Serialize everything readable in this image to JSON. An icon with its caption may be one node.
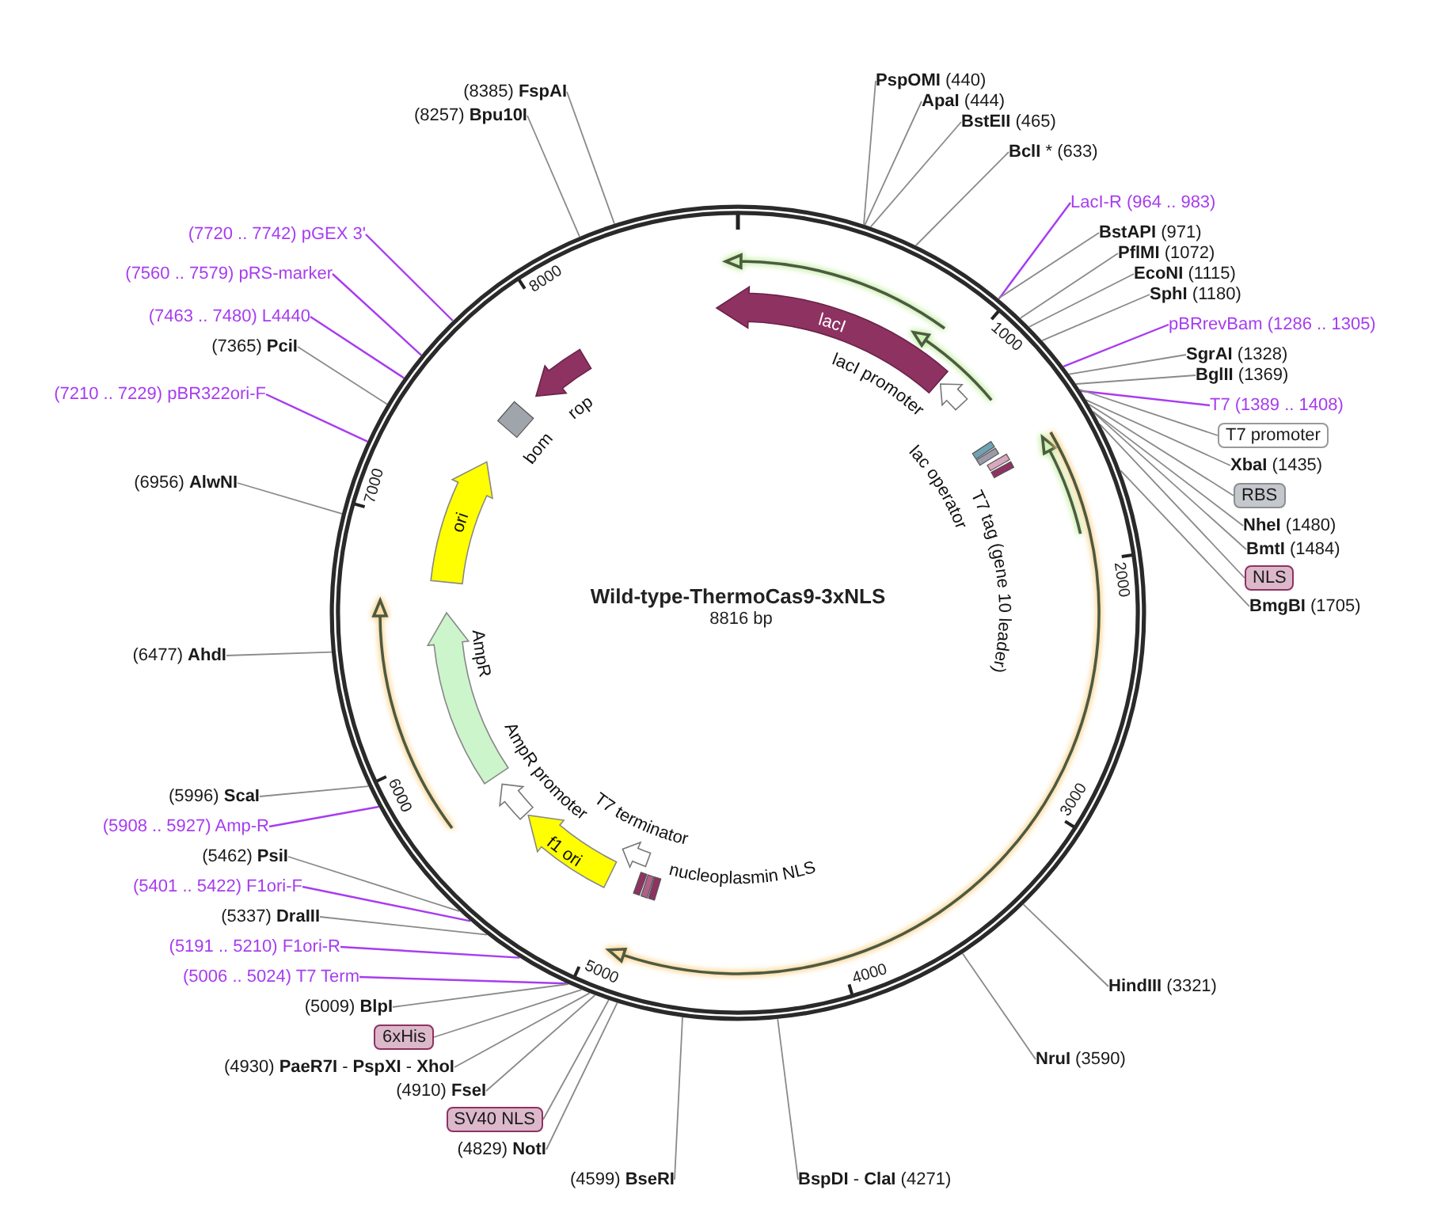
{
  "diagram": {
    "title": "Wild-type-ThermoCas9-3xNLS",
    "nodes": [
      {
        "text": [],
        "shape": "circle"
      },
      {
        "text": [
          "(8385) **FspAI**"
        ]
      },
      {
        "text": [
          "(8257) **Bpu10I**"
        ]
      },
      {
        "text": [
          "**PspOMI** (440)"
        ]
      },
      {
        "text": [
          "**ApaI** (444)"
        ]
      },
      {
        "text": [
          "**BstEII** (465)"
        ]
      },
      {
        "text": [
          "**BclI** * (633)"
        ]
      },
      {
        "text": [
          "LacI-R (964 .. 983)"
        ]
      },
      {
        "text": [
          "**BstAPI** (971)"
        ]
      },
      {
        "text": [
          "**PflMI** (1072)"
        ]
      },
      {
        "text": [
          "**EcoNI** (1115)"
        ]
      },
      {
        "text": [
          "**SphI** (1180)"
        ]
      },
      {
        "text": [
          "pBRrevBam (1286 .. 1305)"
        ]
      },
      {
        "text": [
          "**SgrAI** (1328)"
        ]
      },
      {
        "text": [
          "**BglII** (1369)"
        ]
      },
      {
        "text": [
          "T7 (1389 .. 1408)"
        ]
      },
      {
        "text": [
          "T7 promoter"
        ]
      },
      {
        "text": [
          "**XbaI** (1435)"
        ]
      },
      {
        "text": [
          "RBS"
        ]
      },
      {
        "text": [
          "**NheI** (1480)"
        ]
      },
      {
        "text": [
          "**BmtI** (1484)"
        ]
      },
      {
        "text": [
          "NLS"
        ]
      },
      {
        "text": [
          "**BmgBI** (1705)"
        ]
      },
      {
        "text": [
          "(7720 .. 7742) pGEX 3'"
        ]
      },
      {
        "text": [
          "(7560 .. 7579) pRS-marker"
        ]
      },
      {
        "text": [
          "(7463 .. 7480) L4440"
        ]
      },
      {
        "text": [
          "(7365) **PciI**"
        ]
      },
      {
        "text": [
          "(7210 .. 7229) pBR322ori-F"
        ]
      },
      {
        "text": [
          "(6956) **AlwNI**"
        ]
      },
      {
        "text": [
          "(6477) **AhdI**"
        ]
      },
      {
        "text": [
          "(5996) **ScaI**"
        ]
      },
      {
        "text": [
          "(5908 .. 5927) Amp-R"
        ]
      },
      {
        "text": [
          "(5462) **PsiI**"
        ]
      },
      {
        "text": [
          "(5401 .. 5422) F1ori-F"
        ]
      },
      {
        "text": [
          "(5337) **DraIII**"
        ]
      },
      {
        "text": [
          "(5191 .. 5210) F1ori-R"
        ]
      },
      {
        "text": [
          "(5006 .. 5024) T7 Term"
        ]
      },
      {
        "text": [
          "(5009) **BlpI**"
        ]
      },
      {
        "text": [
          "6xHis"
        ]
      },
      {
        "text": [
          "(4930) **PaeR7I** - **PspXI** - **XhoI**"
        ]
      },
      {
        "text": [
          "(4910) **FseI**"
        ]
      },
      {
        "text": [
          "SV40 NLS"
        ]
      },
      {
        "text": [
          "(4829) **NotI**"
        ]
      },
      {
        "text": [
          "(4599) **BseRI**"
        ]
      },
      {
        "text": [
          "**HindIII** (3321)"
        ]
      },
      {
        "text": [
          "**NruI** (3590)"
        ]
      },
      {
        "text": [
          "**BspDI** - **ClaI** (4271)"
        ]
      },
      {
        "text": [
          "lacI"
        ],
        "in": 0
      },
      {
        "text": [],
        "shape": "arrow",
        "in": 0
      },
      {
        "text": [],
        "shape": "box",
        "beside": [
          "lac operator"
        ],
        "in": 0
      },
      {
        "text": [],
        "shape": "box",
        "beside": [
          "T7 tag (gene 10 leader)"
        ],
        "in": 0
      },
      {
        "text": [],
        "shape": "arrow",
        "beside": [
          "rop"
        ],
        "in": 0
      },
      {
        "text": [],
        "shape": "box",
        "beside": [
          "bom"
        ],
        "in": 0
      },
      {
        "text": [
          "ori"
        ],
        "in": 0
      },
      {
        "text": [],
        "shape": "arrow",
        "beside": [
          "AmpR"
        ],
        "in": 0
      },
      {
        "text": [],
        "shape": "arrow",
        "beside": [
          "AmpR promoter"
        ],
        "in": 0
      },
      {
        "text": [
          "f1 ori"
        ],
        "in": 0
      },
      {
        "text": [],
        "shape": "arrow",
        "beside": [
          "T7 terminator"
        ],
        "in": 0
      },
      {
        "text": [],
        "shape": "box",
        "beside": [
          "nucleoplasmin NLS"
        ],
        "in": 0
      }
    ],
    "edges": [
      {
        "from": 1,
        "to": 0,
        "arrow": "none"
      },
      {
        "from": 2,
        "to": 0,
        "arrow": "none"
      },
      {
        "from": 3,
        "to": 0,
        "arrow": "none"
      },
      {
        "from": 4,
        "to": 0,
        "arrow": "none"
      },
      {
        "from": 5,
        "to": 0,
        "arrow": "none"
      },
      {
        "from": 6,
        "to": 0,
        "arrow": "none"
      },
      {
        "from": 7,
        "to": 0,
        "arrow": "none",
        "color": "#a73cf0"
      },
      {
        "from": 8,
        "to": 0,
        "arrow": "none"
      },
      {
        "from": 9,
        "to": 0,
        "arrow": "none"
      },
      {
        "from": 10,
        "to": 0,
        "arrow": "none"
      },
      {
        "from": 11,
        "to": 0,
        "arrow": "none"
      },
      {
        "from": 12,
        "to": 0,
        "arrow": "none",
        "color": "#a73cf0"
      },
      {
        "from": 13,
        "to": 0,
        "arrow": "none"
      },
      {
        "from": 14,
        "to": 0,
        "arrow": "none"
      },
      {
        "from": 15,
        "to": 0,
        "arrow": "none",
        "color": "#a73cf0"
      },
      {
        "from": 16,
        "to": 0,
        "arrow": "none"
      },
      {
        "from": 17,
        "to": 0,
        "arrow": "none"
      },
      {
        "from": 18,
        "to": 0,
        "arrow": "none"
      },
      {
        "from": 19,
        "to": 0,
        "arrow": "none"
      },
      {
        "from": 20,
        "to": 0,
        "arrow": "none"
      },
      {
        "from": 21,
        "to": 0,
        "arrow": "none"
      },
      {
        "from": 22,
        "to": 0,
        "arrow": "none"
      },
      {
        "from": 23,
        "to": 0,
        "arrow": "none",
        "color": "#a73cf0"
      },
      {
        "from": 24,
        "to": 0,
        "arrow": "none",
        "color": "#a73cf0"
      },
      {
        "from": 25,
        "to": 0,
        "arrow": "none",
        "color": "#a73cf0"
      },
      {
        "from": 26,
        "to": 0,
        "arrow": "none"
      },
      {
        "from": 27,
        "to": 0,
        "arrow": "none",
        "color": "#a73cf0"
      },
      {
        "from": 28,
        "to": 0,
        "arrow": "none"
      },
      {
        "from": 29,
        "to": 0,
        "arrow": "none"
      },
      {
        "from": 30,
        "to": 0,
        "arrow": "none"
      },
      {
        "from": 31,
        "to": 0,
        "arrow": "none",
        "color": "#a73cf0"
      },
      {
        "from": 32,
        "to": 0,
        "arrow": "none"
      },
      {
        "from": 33,
        "to": 0,
        "arrow": "none",
        "color": "#a73cf0"
      },
      {
        "from": 34,
        "to": 0,
        "arrow": "none"
      },
      {
        "from": 35,
        "to": 0,
        "arrow": "none",
        "color": "#a73cf0"
      },
      {
        "from": 36,
        "to": 0,
        "arrow": "none",
        "color": "#a73cf0"
      },
      {
        "from": 37,
        "to": 0,
        "arrow": "none"
      },
      {
        "from": 38,
        "to": 0,
        "arrow": "none"
      },
      {
        "from": 39,
        "to": 0,
        "arrow": "none"
      },
      {
        "from": 40,
        "to": 0,
        "arrow": "none"
      },
      {
        "from": 41,
        "to": 0,
        "arrow": "none"
      },
      {
        "from": 42,
        "to": 0,
        "arrow": "none"
      },
      {
        "from": 43,
        "to": 0,
        "arrow": "none"
      },
      {
        "from": 44,
        "to": 0,
        "arrow": "none"
      },
      {
        "from": 45,
        "to": 0,
        "arrow": "none"
      },
      {
        "from": 46,
        "to": 0,
        "arrow": "none"
      }
    ],
    "labels": [
      "8816 bp",
      "8000",
      "1000",
      "7000",
      "2000",
      "6000",
      "3000",
      "5000",
      "4000",
      "lacI promoter"
    ]
  }
}
